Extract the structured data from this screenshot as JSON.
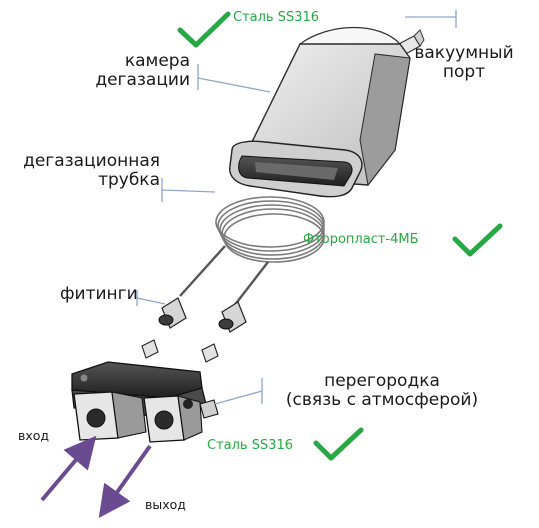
{
  "labels": {
    "chamber": [
      "камера",
      "дегазации"
    ],
    "vacuum_port": [
      "вакуумный",
      "порт"
    ],
    "tube": [
      "дегазационная",
      "трубка"
    ],
    "fittings": "фитинги",
    "bulkhead": [
      "перегородка",
      "(связь с атмосферой)"
    ],
    "inlet": "вход",
    "outlet": "выход"
  },
  "materials": {
    "chamber": "Сталь SS316",
    "tube": "Фторопласт-4МБ",
    "bulkhead": "Сталь SS316"
  },
  "colors": {
    "check": "#27a844",
    "leader": "#8fa6c9",
    "flow_arrow": "#6a4a91",
    "part_fill": "#dcdcdc",
    "part_dark": "#3a3a3a"
  },
  "icons": {
    "check": "check-icon",
    "arrow_in": "arrow-up-right-icon",
    "arrow_out": "arrow-down-left-icon"
  }
}
